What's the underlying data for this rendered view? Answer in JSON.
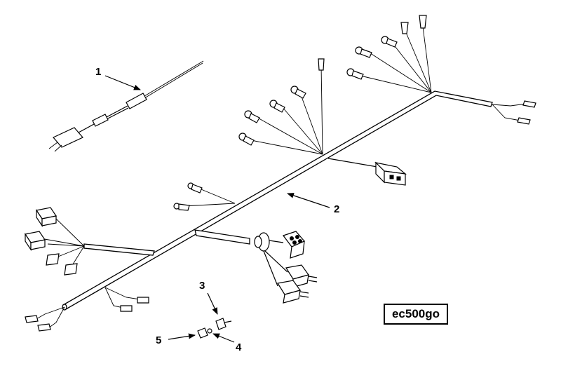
{
  "diagram": {
    "callouts": [
      "1",
      "2",
      "3",
      "4",
      "5"
    ],
    "drawing_code": "ec500go"
  }
}
